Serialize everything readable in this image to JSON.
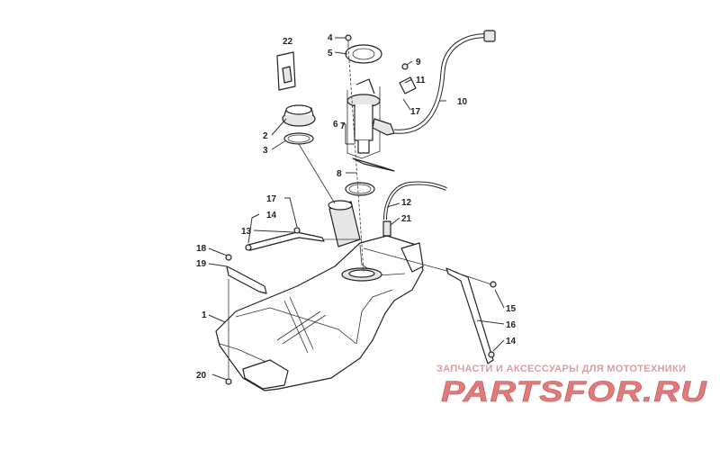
{
  "callouts": {
    "c1": "1",
    "c2": "2",
    "c3": "3",
    "c4": "4",
    "c5": "5",
    "c6": "6",
    "c7": "7",
    "c8": "8",
    "c9": "9",
    "c10": "10",
    "c11": "11",
    "c12": "12",
    "c13": "13",
    "c14a": "14",
    "c14b": "14",
    "c15": "15",
    "c16": "16",
    "c17a": "17",
    "c17b": "17",
    "c18": "18",
    "c19": "19",
    "c20": "20",
    "c21": "21",
    "c22": "22"
  },
  "watermark": {
    "tagline": "ЗАПЧАСТИ И АКСЕССУАРЫ ДЛЯ МОТОТЕХНИКИ",
    "logo_text": "PARTSFOR.RU"
  },
  "colors": {
    "line": "#333333",
    "watermark": "#d7a0a0",
    "logo": "#e07b7b"
  }
}
